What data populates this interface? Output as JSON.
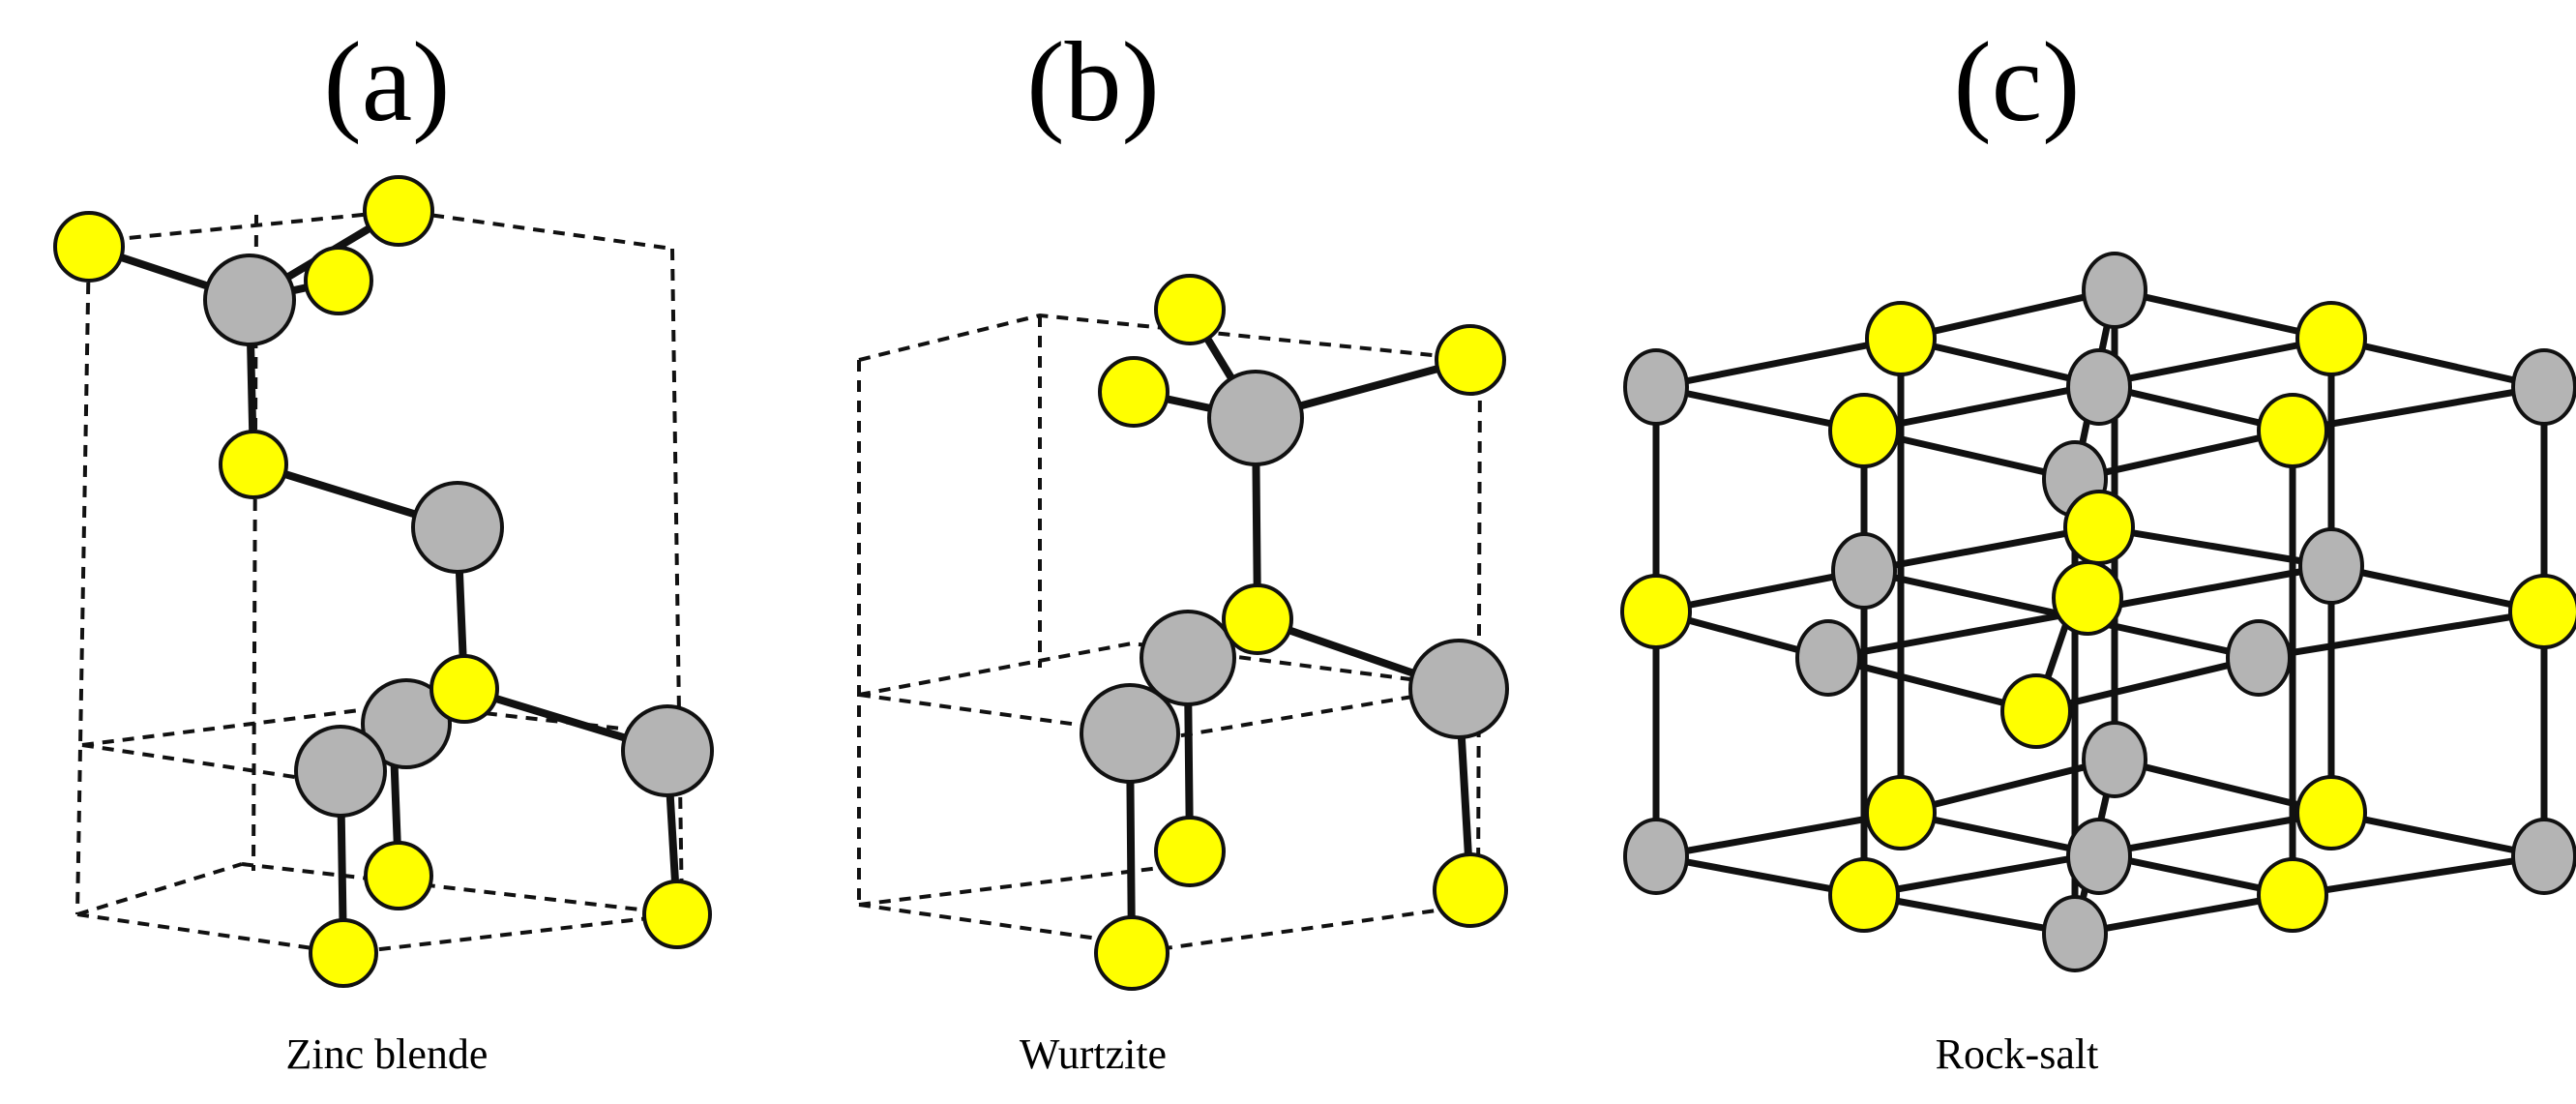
{
  "panels": [
    {
      "letter": "(a)",
      "caption": "Zinc blende"
    },
    {
      "letter": "(b)",
      "caption": "Wurtzite"
    },
    {
      "letter": "(c)",
      "caption": "Rock-salt"
    }
  ],
  "colors": {
    "atom_yellow": "#ffff00",
    "atom_gray": "#b4b4b4",
    "bond": "#111111"
  }
}
